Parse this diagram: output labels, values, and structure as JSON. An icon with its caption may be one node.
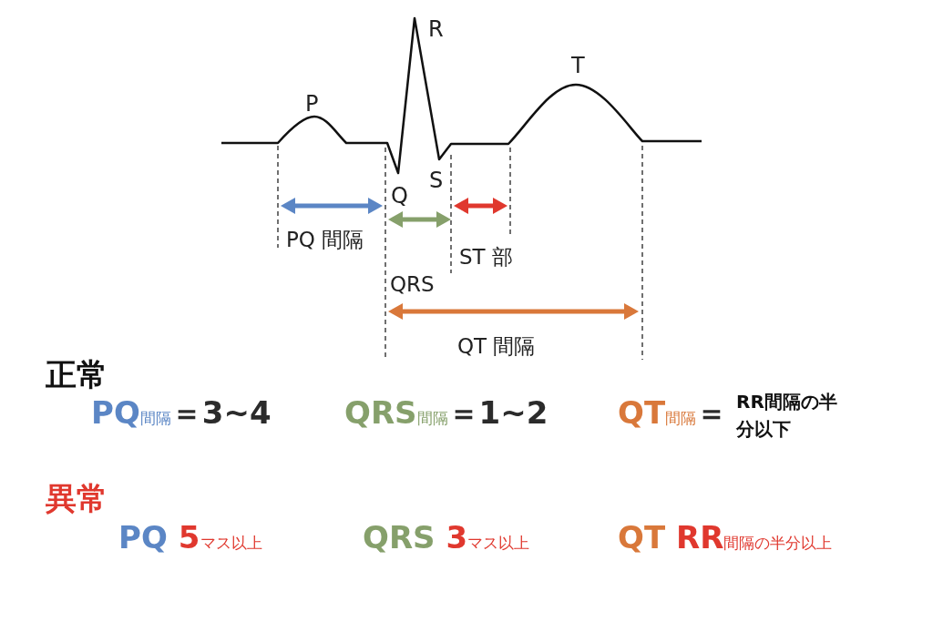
{
  "diagram": {
    "labels": [
      "R",
      "P",
      "T",
      "Q",
      "S",
      "PQ 間隔",
      "ST 部",
      "QRS",
      "QT 間隔",
      "正常",
      "PQ",
      "間隔",
      "＝3~4",
      "QRS",
      "間隔",
      "＝1~2",
      "QT",
      "間隔",
      "＝",
      "RR間隔の半分以下",
      "異常",
      "PQ",
      "5",
      "マス以上",
      "QRS",
      "3",
      "マス以上",
      "QT",
      "RR",
      "間隔の半分以上"
    ]
  }
}
